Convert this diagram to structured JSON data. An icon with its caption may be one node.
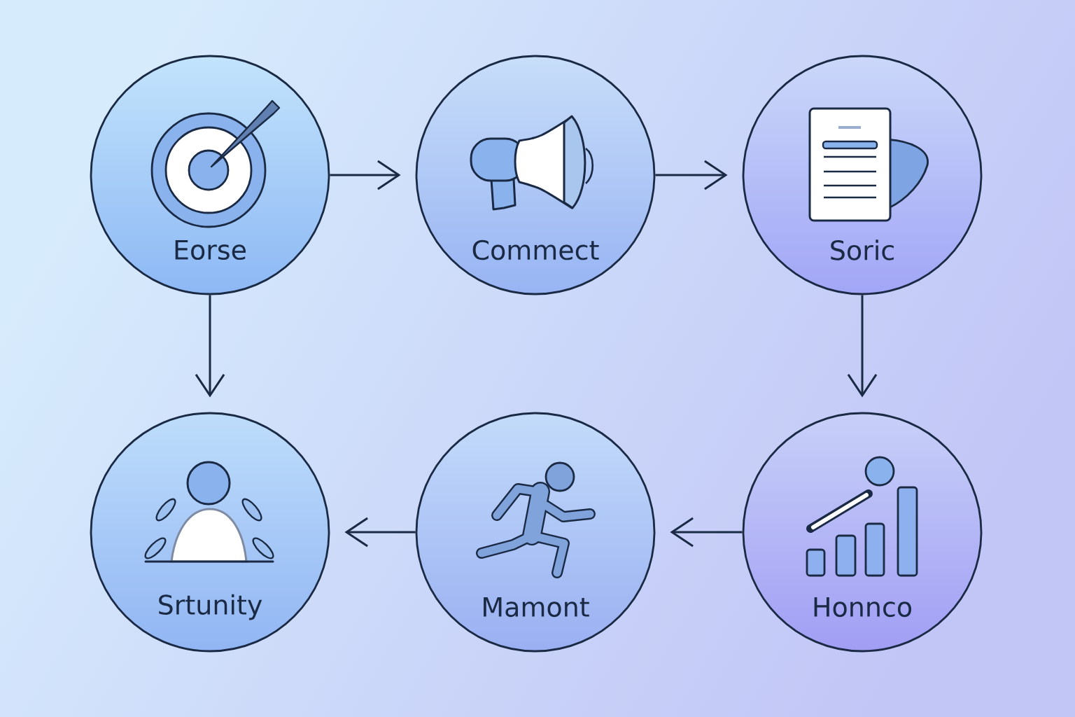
{
  "diagram": {
    "nodes": [
      {
        "text": [
          "Eorse"
        ]
      },
      {
        "text": [
          "Commect"
        ]
      },
      {
        "text": [
          "Soric"
        ]
      },
      {
        "text": [
          "Srtunity"
        ]
      },
      {
        "text": [
          "Mamont"
        ]
      },
      {
        "text": [
          "Honnco"
        ]
      }
    ],
    "edges": [
      {
        "from": 0,
        "to": 1,
        "arrow": "to"
      },
      {
        "from": 1,
        "to": 2,
        "arrow": "to"
      },
      {
        "from": 0,
        "to": 3,
        "arrow": "to"
      },
      {
        "from": 2,
        "to": 5,
        "arrow": "to"
      },
      {
        "from": 5,
        "to": 4,
        "arrow": "to"
      },
      {
        "from": 4,
        "to": 3,
        "arrow": "to"
      }
    ]
  }
}
